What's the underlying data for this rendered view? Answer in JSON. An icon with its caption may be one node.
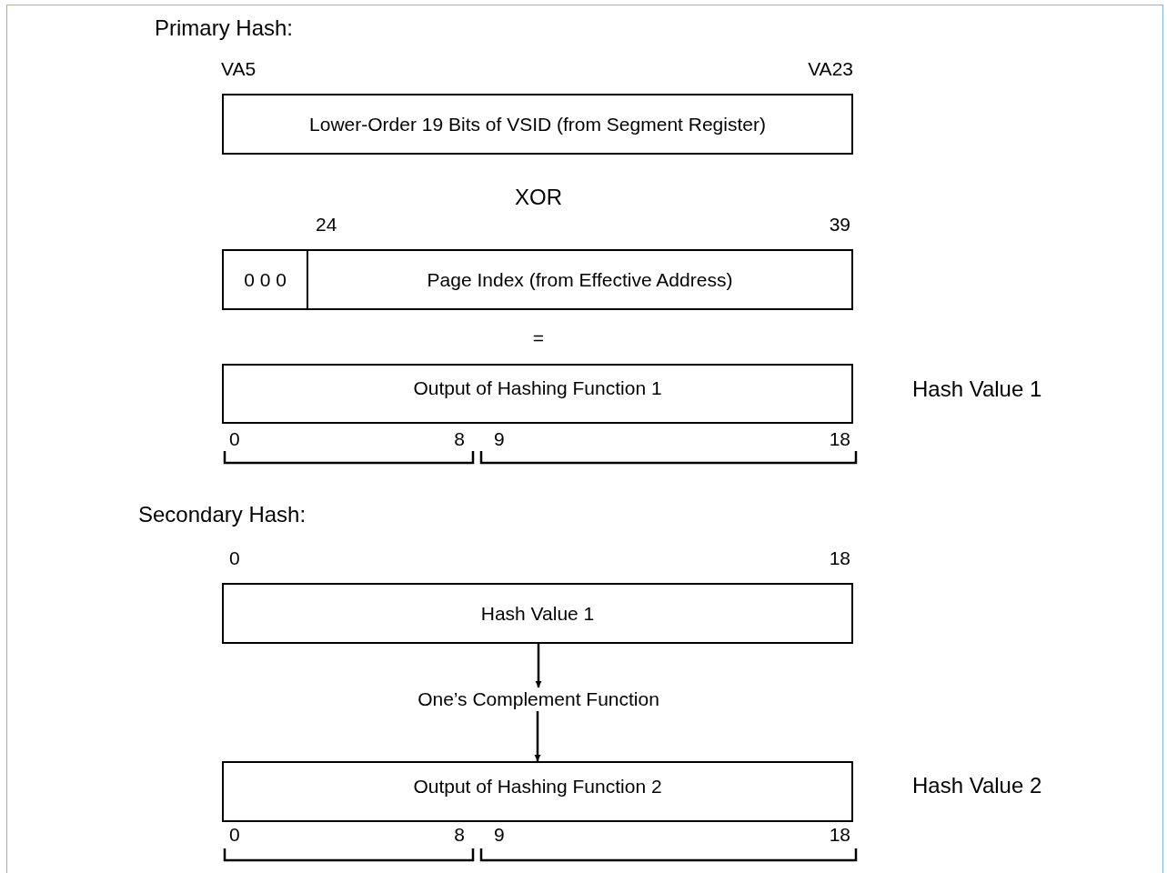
{
  "diagram": {
    "nodes": [
      {
        "text": [
          "Lower-Order 19 Bits of VSID (from Segment Register)"
        ]
      },
      {
        "text": [
          "0 0 0"
        ]
      },
      {
        "text": [
          "Page Index (from Effective Address)"
        ]
      },
      {
        "text": [
          "Output of Hashing Function 1"
        ],
        "beside": [
          "Hash Value 1"
        ]
      },
      {
        "text": [
          "Hash Value 1"
        ]
      },
      {
        "text": [
          "One’s Complement Function"
        ]
      },
      {
        "text": [
          "Output of Hashing Function 2"
        ],
        "beside": [
          "Hash Value 2"
        ]
      }
    ],
    "edges": [
      {
        "from": 4,
        "to": 5,
        "arrow": "to"
      },
      {
        "from": 5,
        "to": 6,
        "arrow": "to"
      }
    ],
    "labels": [
      "Primary Hash:",
      "VA5",
      "VA23",
      "XOR",
      "24",
      "39",
      "=",
      "0",
      "8",
      "9",
      "18",
      "Secondary Hash:",
      "0",
      "18",
      "0",
      "8",
      "9",
      "18"
    ]
  }
}
